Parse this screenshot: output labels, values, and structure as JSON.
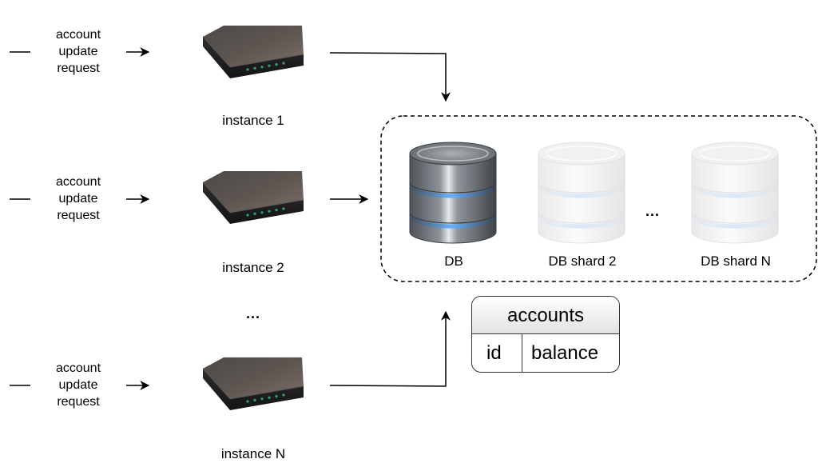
{
  "requests": [
    {
      "label": "account\nupdate\nrequest"
    },
    {
      "label": "account\nupdate\nrequest"
    },
    {
      "label": "account\nupdate\nrequest"
    }
  ],
  "instances": [
    {
      "label": "instance 1"
    },
    {
      "label": "instance 2"
    },
    {
      "label": "instance N"
    }
  ],
  "instances_ellipsis": "...",
  "databases": [
    {
      "label": "DB",
      "active": true
    },
    {
      "label": "DB shard 2",
      "active": false
    },
    {
      "label": "DB shard N",
      "active": false
    }
  ],
  "databases_ellipsis": "...",
  "table": {
    "name": "accounts",
    "columns": [
      "id",
      "balance"
    ]
  },
  "colors": {
    "line": "#000000",
    "shard_border": "#000000",
    "router_body": "#2b2b2b",
    "router_led": "#2fa37a",
    "db_active": "#6d7479",
    "db_glow": "#3e8ee0",
    "db_faded": "#eeeeee"
  }
}
